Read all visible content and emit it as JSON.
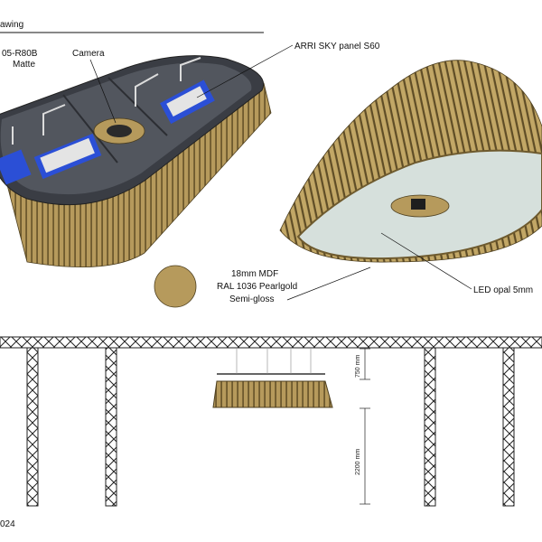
{
  "header": {
    "title_fragment": "awing"
  },
  "labels": {
    "material_code": "05-R80B",
    "finish": "Matte",
    "camera": "Camera",
    "panel": "ARRI SKY panel S60",
    "mdf": "18mm MDF",
    "ral": "RAL 1036 Pearlgold",
    "gloss": "Semi-gloss",
    "led": "LED opal 5mm"
  },
  "dimensions": {
    "top": "750 mm",
    "height": "2200 mm"
  },
  "footer": {
    "year_fragment": "024"
  },
  "colors": {
    "wood": "#b69a5c",
    "wood_dark": "#6e5a2e",
    "frame": "#3a3d44",
    "led_panel": "#d6e0dc",
    "truss": "#222222"
  }
}
